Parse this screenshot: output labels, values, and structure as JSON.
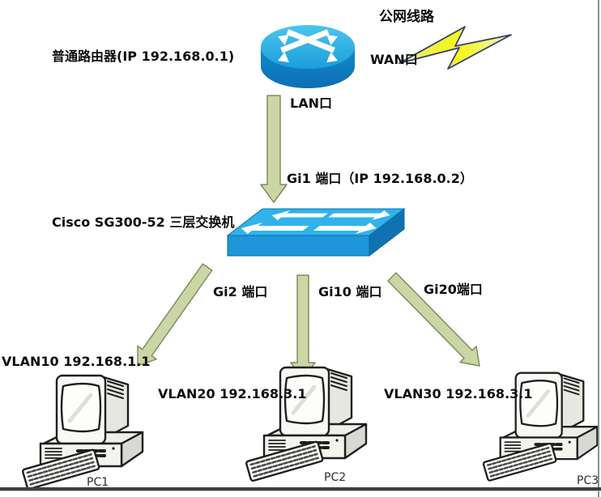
{
  "diagram": {
    "internet": {
      "label": "公网线路"
    },
    "router": {
      "label": "普通路由器(IP 192.168.0.1)",
      "wan_port": "WAN口",
      "lan_port": "LAN口"
    },
    "switch": {
      "label": "Cisco SG300-52 三层交换机",
      "uplink_port": "Gi1 端口（IP 192.168.0.2）"
    },
    "links": [
      {
        "port": "Gi2 端口",
        "vlan": "VLAN10 192.168.1.1",
        "pc": "PC1"
      },
      {
        "port": "Gi10 端口",
        "vlan": "VLAN20 192.168.3.1",
        "pc": "PC2"
      },
      {
        "port": "Gi20端口",
        "vlan": "VLAN30 192.168.3.1",
        "pc": "PC3"
      }
    ],
    "icons": {
      "router-icon": "blue cylinder with crossed white arrows (cisco router)",
      "switch-icon": "blue 3d slab with white left/right arrows (cisco switch)",
      "lightning-icon": "yellow z-shaped bolt (wan line)",
      "pc-icon": "desktop computer with crt monitor and keyboard",
      "connection-arrow-icon": "pale green thick arrow"
    },
    "colors": {
      "router_blue_top": "#35b9ea",
      "router_blue_body": "#0f7fc6",
      "switch_blue_top": "#2fb3ea",
      "switch_blue_front": "#1d97da",
      "switch_blue_side": "#1172b2",
      "arrow_green_fill": "#ccd6a4",
      "arrow_green_stroke": "#7e8e60",
      "bolt_yellow": "#f2ef3f",
      "bolt_outline": "#33406e",
      "text": "#0d0d0d"
    }
  }
}
